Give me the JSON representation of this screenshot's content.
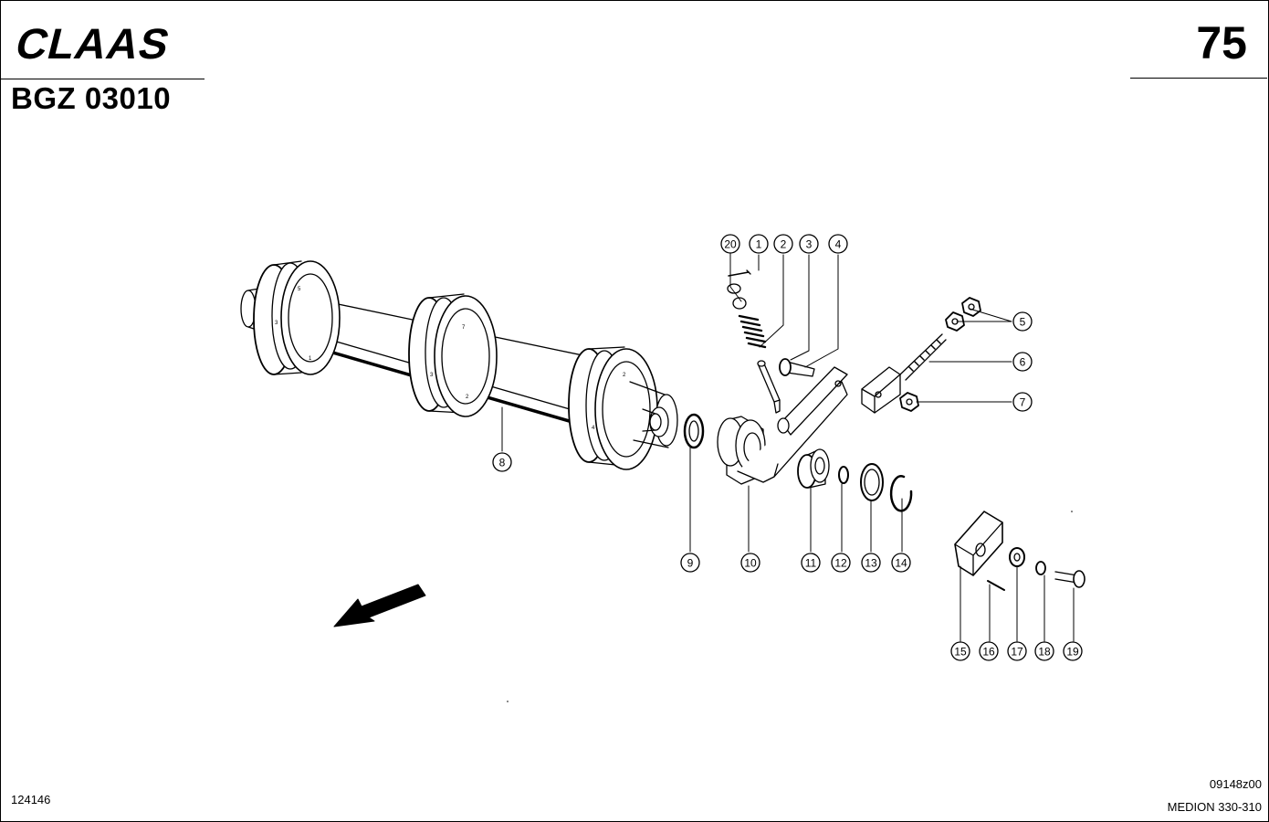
{
  "header": {
    "brand": "CLAAS",
    "code": "BGZ 03010",
    "page_number": "75"
  },
  "footer": {
    "document_number": "124146",
    "reference_code": "09148z00",
    "model": "MEDION 330-310"
  },
  "callouts": [
    "20",
    "1",
    "2",
    "3",
    "4",
    "5",
    "6",
    "7",
    "8",
    "9",
    "10",
    "11",
    "12",
    "13",
    "14",
    "15",
    "16",
    "17",
    "18",
    "19"
  ]
}
